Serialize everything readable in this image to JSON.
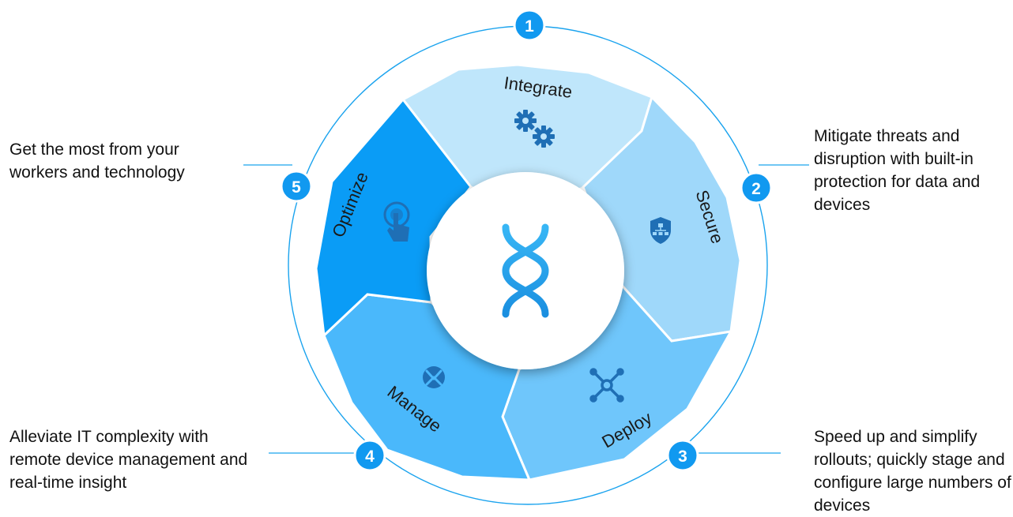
{
  "cycle": {
    "center_icon": "dna-icon",
    "segments": [
      {
        "label": "Integrate",
        "icon": "gears-icon",
        "color": "#bfe6fb"
      },
      {
        "label": "Secure",
        "icon": "shield-network-icon",
        "color": "#9fd8fa"
      },
      {
        "label": "Deploy",
        "icon": "nodes-icon",
        "color": "#6fc6fb"
      },
      {
        "label": "Manage",
        "icon": "device-sync-icon",
        "color": "#4ab8fb"
      },
      {
        "label": "Optimize",
        "icon": "touch-icon",
        "color": "#0a9cf6"
      }
    ],
    "steps": [
      "1",
      "2",
      "3",
      "4",
      "5"
    ]
  },
  "descriptions": {
    "optimize": "Get the most from your workers and technology",
    "secure": "Mitigate threats and disrupt­ion with built-in protection for data and devices",
    "manage": "Alleviate IT complexity with remote device management and real-time insight",
    "deploy": "Speed up and simplify rollouts; quickly stage and configure large numbers of devices"
  },
  "colors": {
    "ring": "#1aa3ee",
    "badge": "#1199f0",
    "icon": "#1f6fb5",
    "label": "#1a1a1a"
  }
}
